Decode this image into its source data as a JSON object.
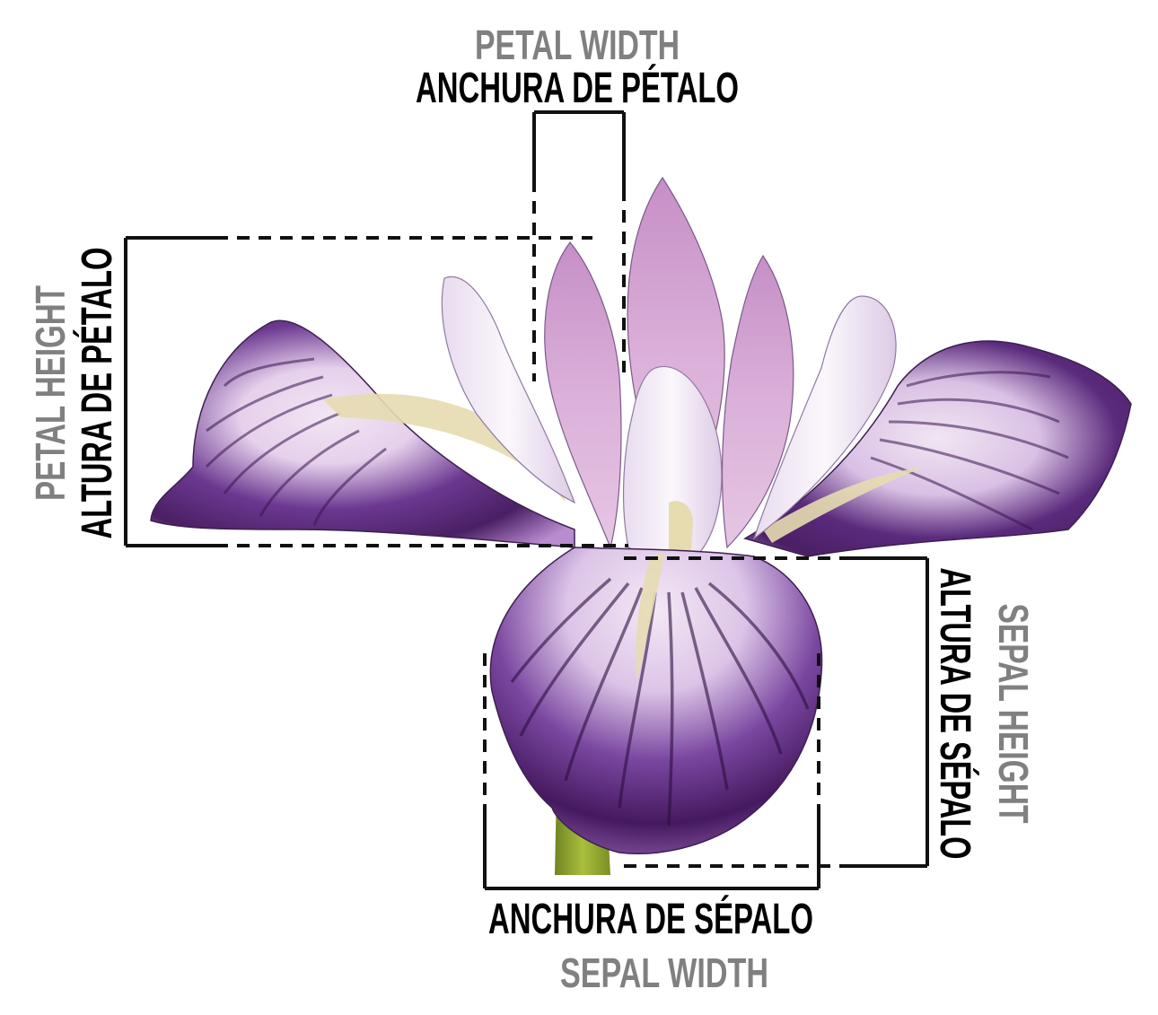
{
  "labels": {
    "petal_width_en": "PETAL WIDTH",
    "petal_width_es": "ANCHURA DE PÉTALO",
    "petal_height_en": "PETAL HEIGHT",
    "petal_height_es": "ALTURA DE PÉTALO",
    "sepal_height_en": "SEPAL HEIGHT",
    "sepal_height_es": "ALTURA DE SÉPALO",
    "sepal_width_es": "ANCHURA DE SÉPALO",
    "sepal_width_en": "SEPAL WIDTH"
  },
  "colors": {
    "label_primary": "#000000",
    "label_secondary": "#808080",
    "bracket": "#111111",
    "petal_light": "#d9a9d6",
    "petal_mid": "#c58fca",
    "sepal_dark": "#4a1f64",
    "sepal_mid": "#8a56b0",
    "sepal_light": "#e9d9ee",
    "style_white": "#f3ecf5",
    "signal_yellow": "#e6dcb0",
    "stem_green": "#8fa52a"
  }
}
